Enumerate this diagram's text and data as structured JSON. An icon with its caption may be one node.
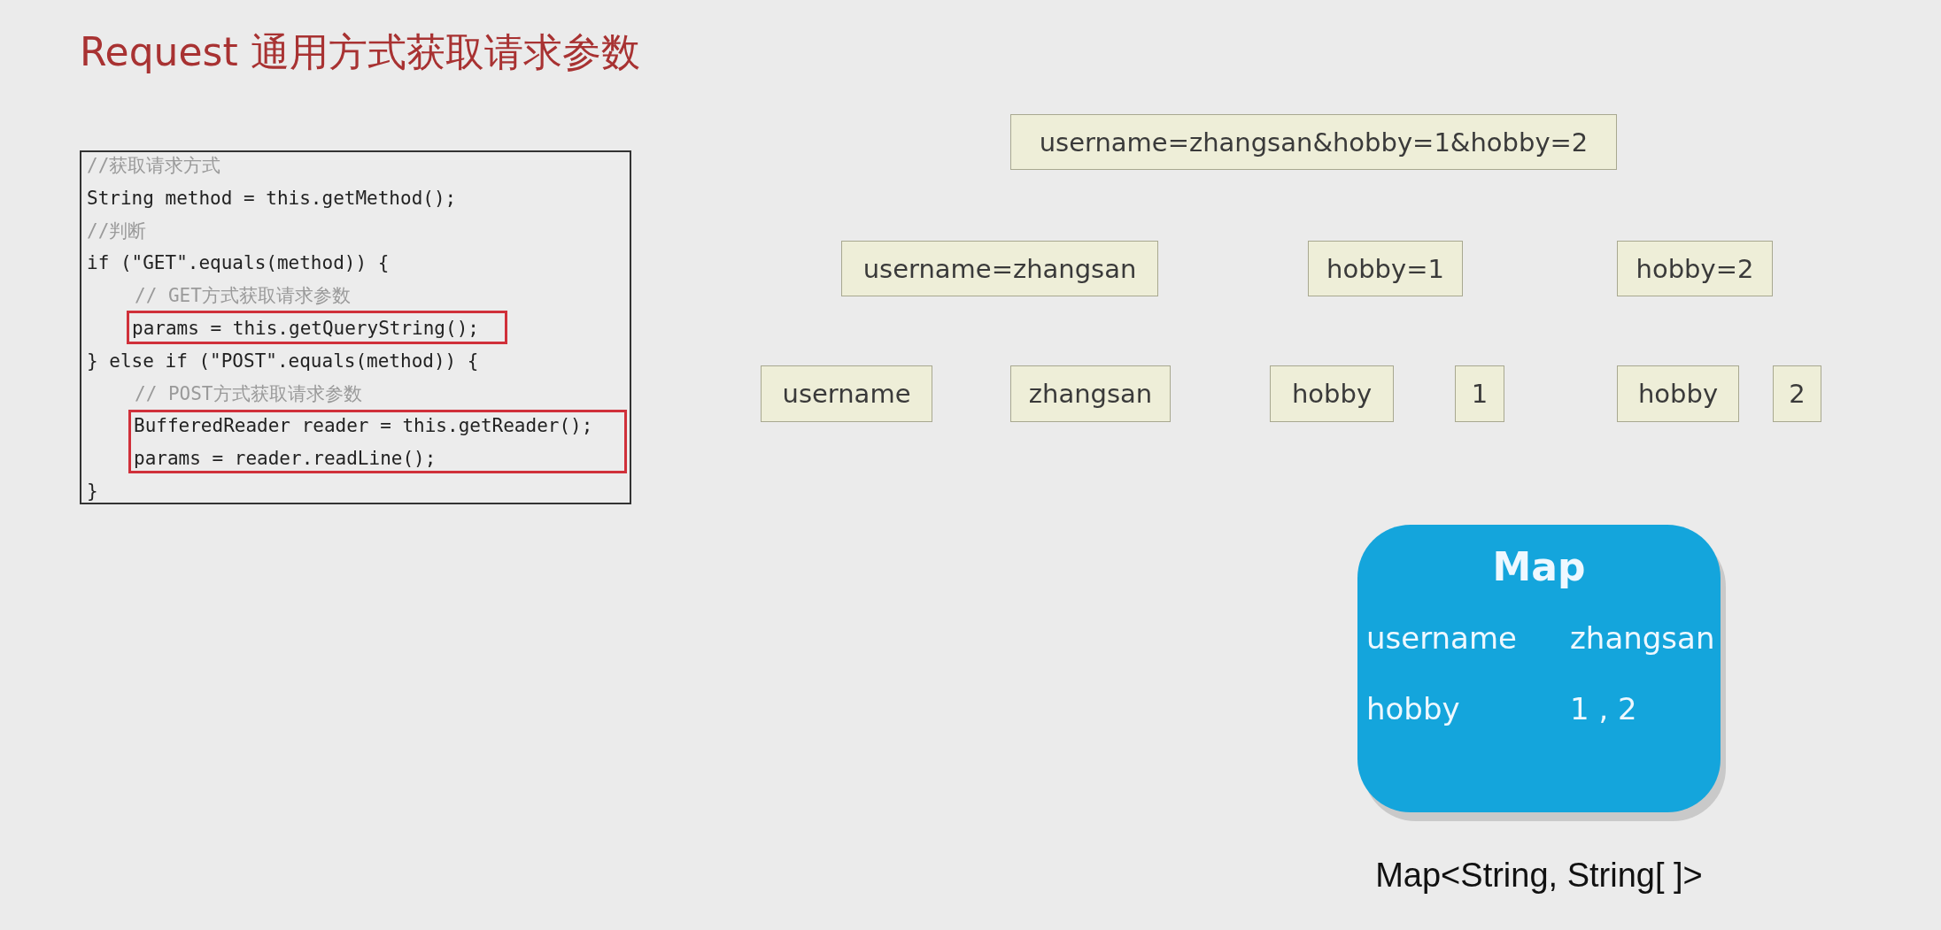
{
  "diagram": {
    "title": "Request 通用方式获取请求参数",
    "nodes": [
      {
        "text": [
          "//获取请求方式",
          "String method = this.getMethod();",
          "//判断",
          "if (\"GET\".equals(method)) {",
          "// GET方式获取请求参数",
          "} else if (\"POST\".equals(method)) {",
          "// POST方式获取请求参数",
          "}"
        ]
      },
      {
        "text": [
          "params = this.getQueryString();"
        ],
        "in": 0
      },
      {
        "text": [
          "BufferedReader reader = this.getReader();",
          "params = reader.readLine();"
        ],
        "in": 0
      },
      {
        "text": [
          "username=zhangsan&hobby=1&hobby=2"
        ]
      },
      {
        "text": [
          "username=zhangsan"
        ]
      },
      {
        "text": [
          "hobby=1"
        ]
      },
      {
        "text": [
          "hobby=2"
        ]
      },
      {
        "text": [
          "username"
        ]
      },
      {
        "text": [
          "zhangsan"
        ]
      },
      {
        "text": [
          "hobby"
        ]
      },
      {
        "text": [
          "1"
        ]
      },
      {
        "text": [
          "hobby"
        ]
      },
      {
        "text": [
          "2"
        ]
      },
      {
        "text": [
          "Map",
          "username",
          "zhangsan",
          "hobby",
          "1 , 2"
        ],
        "beside": [
          "Map<String, String[ ]>"
        ]
      }
    ]
  }
}
